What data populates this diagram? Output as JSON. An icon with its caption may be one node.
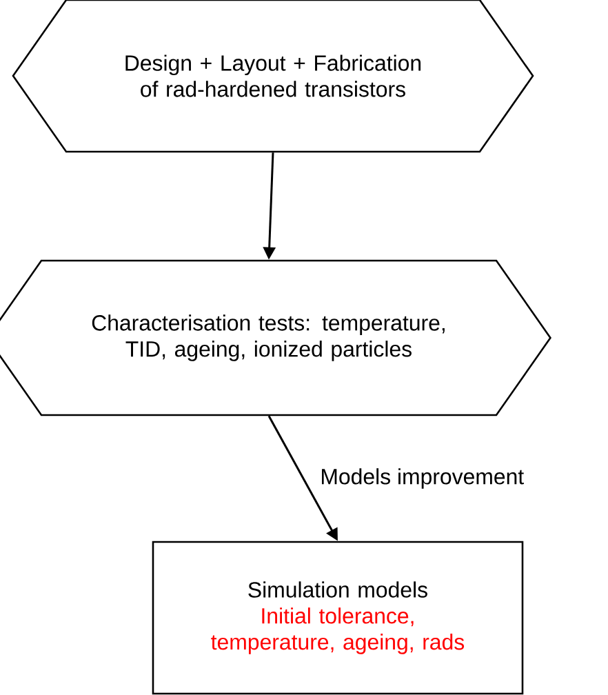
{
  "diagram": {
    "nodes": [
      {
        "text": [
          "Design + Layout + Fabrication of rad-hardened transistors"
        ]
      },
      {
        "text": [
          "Characterisation tests: temperature, TID, ageing, ionized particles"
        ]
      },
      {
        "text": [
          "Simulation models",
          "Initial tolerance, temperature, ageing, rads"
        ]
      }
    ],
    "edges": [
      {
        "from": 0,
        "to": 1,
        "arrow": "to"
      },
      {
        "from": 1,
        "to": 2,
        "arrow": "to",
        "label": "Models improvement"
      }
    ]
  }
}
